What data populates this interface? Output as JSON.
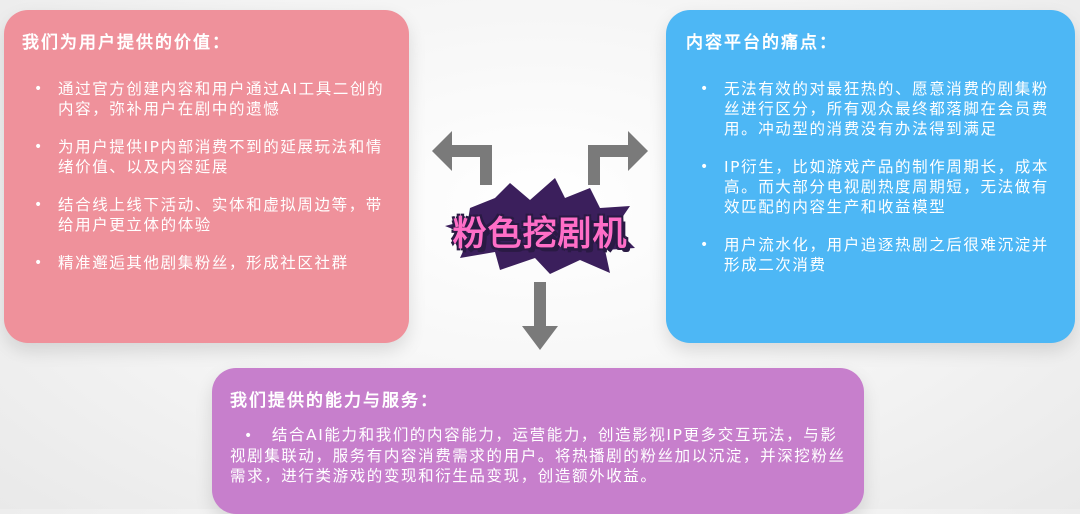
{
  "left_card": {
    "title": "我们为用户提供的价值：",
    "items": [
      "通过官方创建内容和用户通过AI工具二创的内容，弥补用户在剧中的遗憾",
      "为用户提供IP内部消费不到的延展玩法和情绪价值、以及内容延展",
      "结合线上线下活动、实体和虚拟周边等，带给用户更立体的体验",
      "精准邂逅其他剧集粉丝，形成社区社群"
    ],
    "color": "#ef919b"
  },
  "right_card": {
    "title": "内容平台的痛点：",
    "items": [
      "无法有效的对最狂热的、愿意消费的剧集粉丝进行区分，所有观众最终都落脚在会员费用。冲动型的消费没有办法得到满足",
      "IP衍生，比如游戏产品的制作周期长，成本高。而大部分电视剧热度周期短，无法做有效匹配的内容生产和收益模型",
      "用户流水化，用户追逐热剧之后很难沉淀并形成二次消费"
    ],
    "color": "#4db7f5"
  },
  "bottom_card": {
    "title": "我们提供的能力与服务：",
    "items": [
      "结合AI能力和我们的内容能力，运营能力，创造影视IP更多交互玩法，与影视剧集联动，服务有内容消费需求的用户。将热播剧的粉丝加以沉淀，并深挖粉丝需求，进行类游戏的变现和衍生品变现，创造额外收益。"
    ],
    "color": "#c77fcc"
  },
  "bullet_symbol": "•",
  "logo": {
    "text": "粉色挖剧机",
    "colors": {
      "fill": "#ff6ec7",
      "outline": "#2a1a44",
      "burst": "#3b1f5c"
    }
  },
  "arrow_color": "#7a7a7a",
  "icons": [
    "arrow-up-left-icon",
    "arrow-up-right-icon",
    "arrow-down-icon"
  ]
}
